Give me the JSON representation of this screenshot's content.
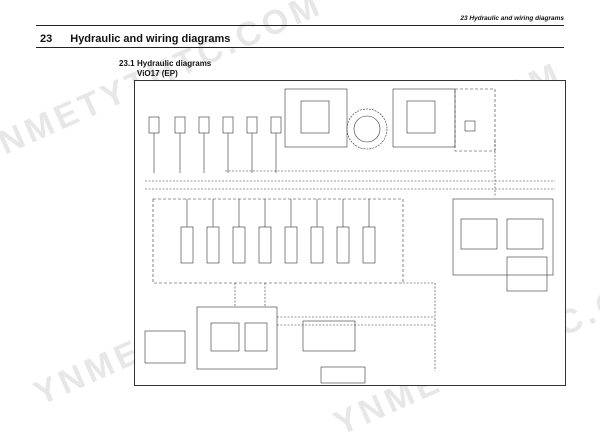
{
  "header": {
    "running_title": "23 Hydraulic and wiring diagrams"
  },
  "chapter": {
    "number": "23",
    "title": "Hydraulic and wiring diagrams"
  },
  "section": {
    "number": "23.1",
    "title": "Hydraulic diagrams",
    "subtitle": "ViO17 (EP)"
  },
  "watermark": {
    "text": "YNMETYTHTC.COM"
  }
}
